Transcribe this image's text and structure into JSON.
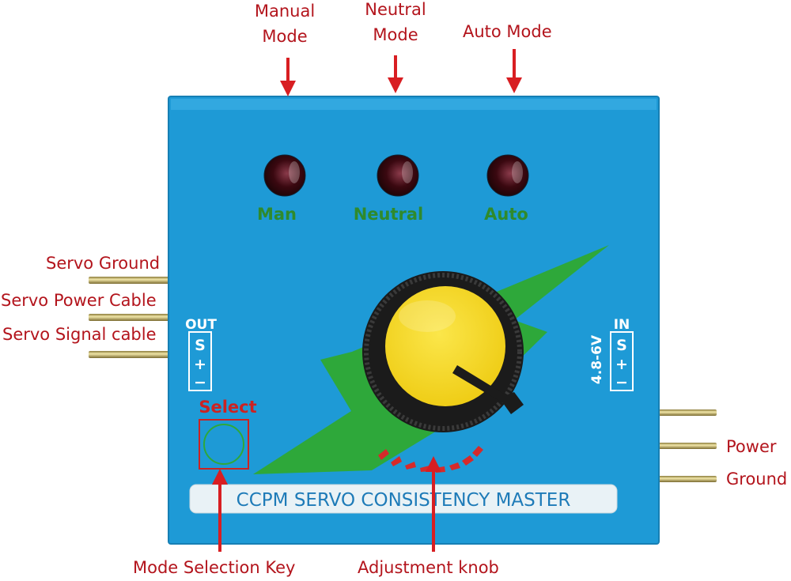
{
  "callouts": {
    "manual_mode": [
      "Manual",
      "Mode"
    ],
    "neutral_mode": [
      "Neutral",
      "Mode"
    ],
    "auto_mode": "Auto Mode",
    "servo_ground": "Servo Ground",
    "servo_power_cable": "Servo Power Cable",
    "servo_signal_cable": "Servo Signal cable",
    "power": "Power",
    "ground": "Ground",
    "mode_selection_key": "Mode Selection Key",
    "adjustment_knob": "Adjustment knob"
  },
  "board": {
    "led_labels": [
      "Man",
      "Neutral",
      "Auto"
    ],
    "out_label": "OUT",
    "in_label": "IN",
    "pin_labels": [
      "S",
      "+",
      "−"
    ],
    "voltage": "4.8-6V",
    "select_label": "Select",
    "product_name": "CCPM SERVO CONSISTENCY MASTER"
  },
  "colors": {
    "callout_red": "#b3141c",
    "board_blue": "#1e9ad6",
    "stripe_green": "#2ea83a",
    "knob_yellow": "#f6dc1f",
    "silk_green": "#2f8a2c",
    "select_red": "#cc2222"
  }
}
